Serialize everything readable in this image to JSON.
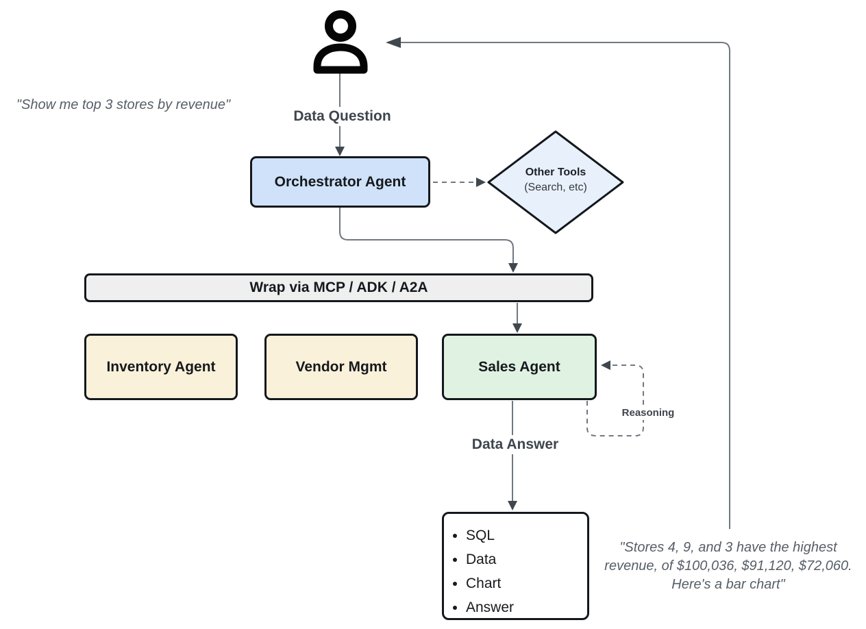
{
  "colors": {
    "orchestrator_fill": "#cfe2fa",
    "other_tools_fill": "#e8f0fc",
    "wrap_bar_fill": "#efefef",
    "inventory_fill": "#faf1da",
    "vendor_fill": "#faf1da",
    "sales_fill": "#e0f3e3",
    "output_fill": "#ffffff",
    "node_border": "#14181c",
    "connector": "#70777f",
    "arrowhead": "#3f474f",
    "flow_label_text": "#3e454d",
    "quote_text": "#575e67"
  },
  "quotes": {
    "left": "\"Show me top 3 stores by revenue\"",
    "right_lines": [
      "\"Stores 4, 9, and 3 have the highest",
      "revenue, of $100,036, $91,120, $72,060.",
      "Here's a bar chart\""
    ]
  },
  "labels": {
    "data_question": "Data Question",
    "data_answer": "Data Answer",
    "reasoning": "Reasoning"
  },
  "nodes": {
    "orchestrator": {
      "label": "Orchestrator Agent"
    },
    "other_tools": {
      "title": "Other Tools",
      "subtitle": "(Search, etc)"
    },
    "wrap_bar": {
      "label": "Wrap via MCP / ADK / A2A"
    },
    "inventory": {
      "label": "Inventory Agent"
    },
    "vendor": {
      "label": "Vendor Mgmt"
    },
    "sales": {
      "label": "Sales Agent"
    },
    "output": {
      "items": [
        "SQL",
        "Data",
        "Chart",
        "Answer"
      ]
    }
  }
}
